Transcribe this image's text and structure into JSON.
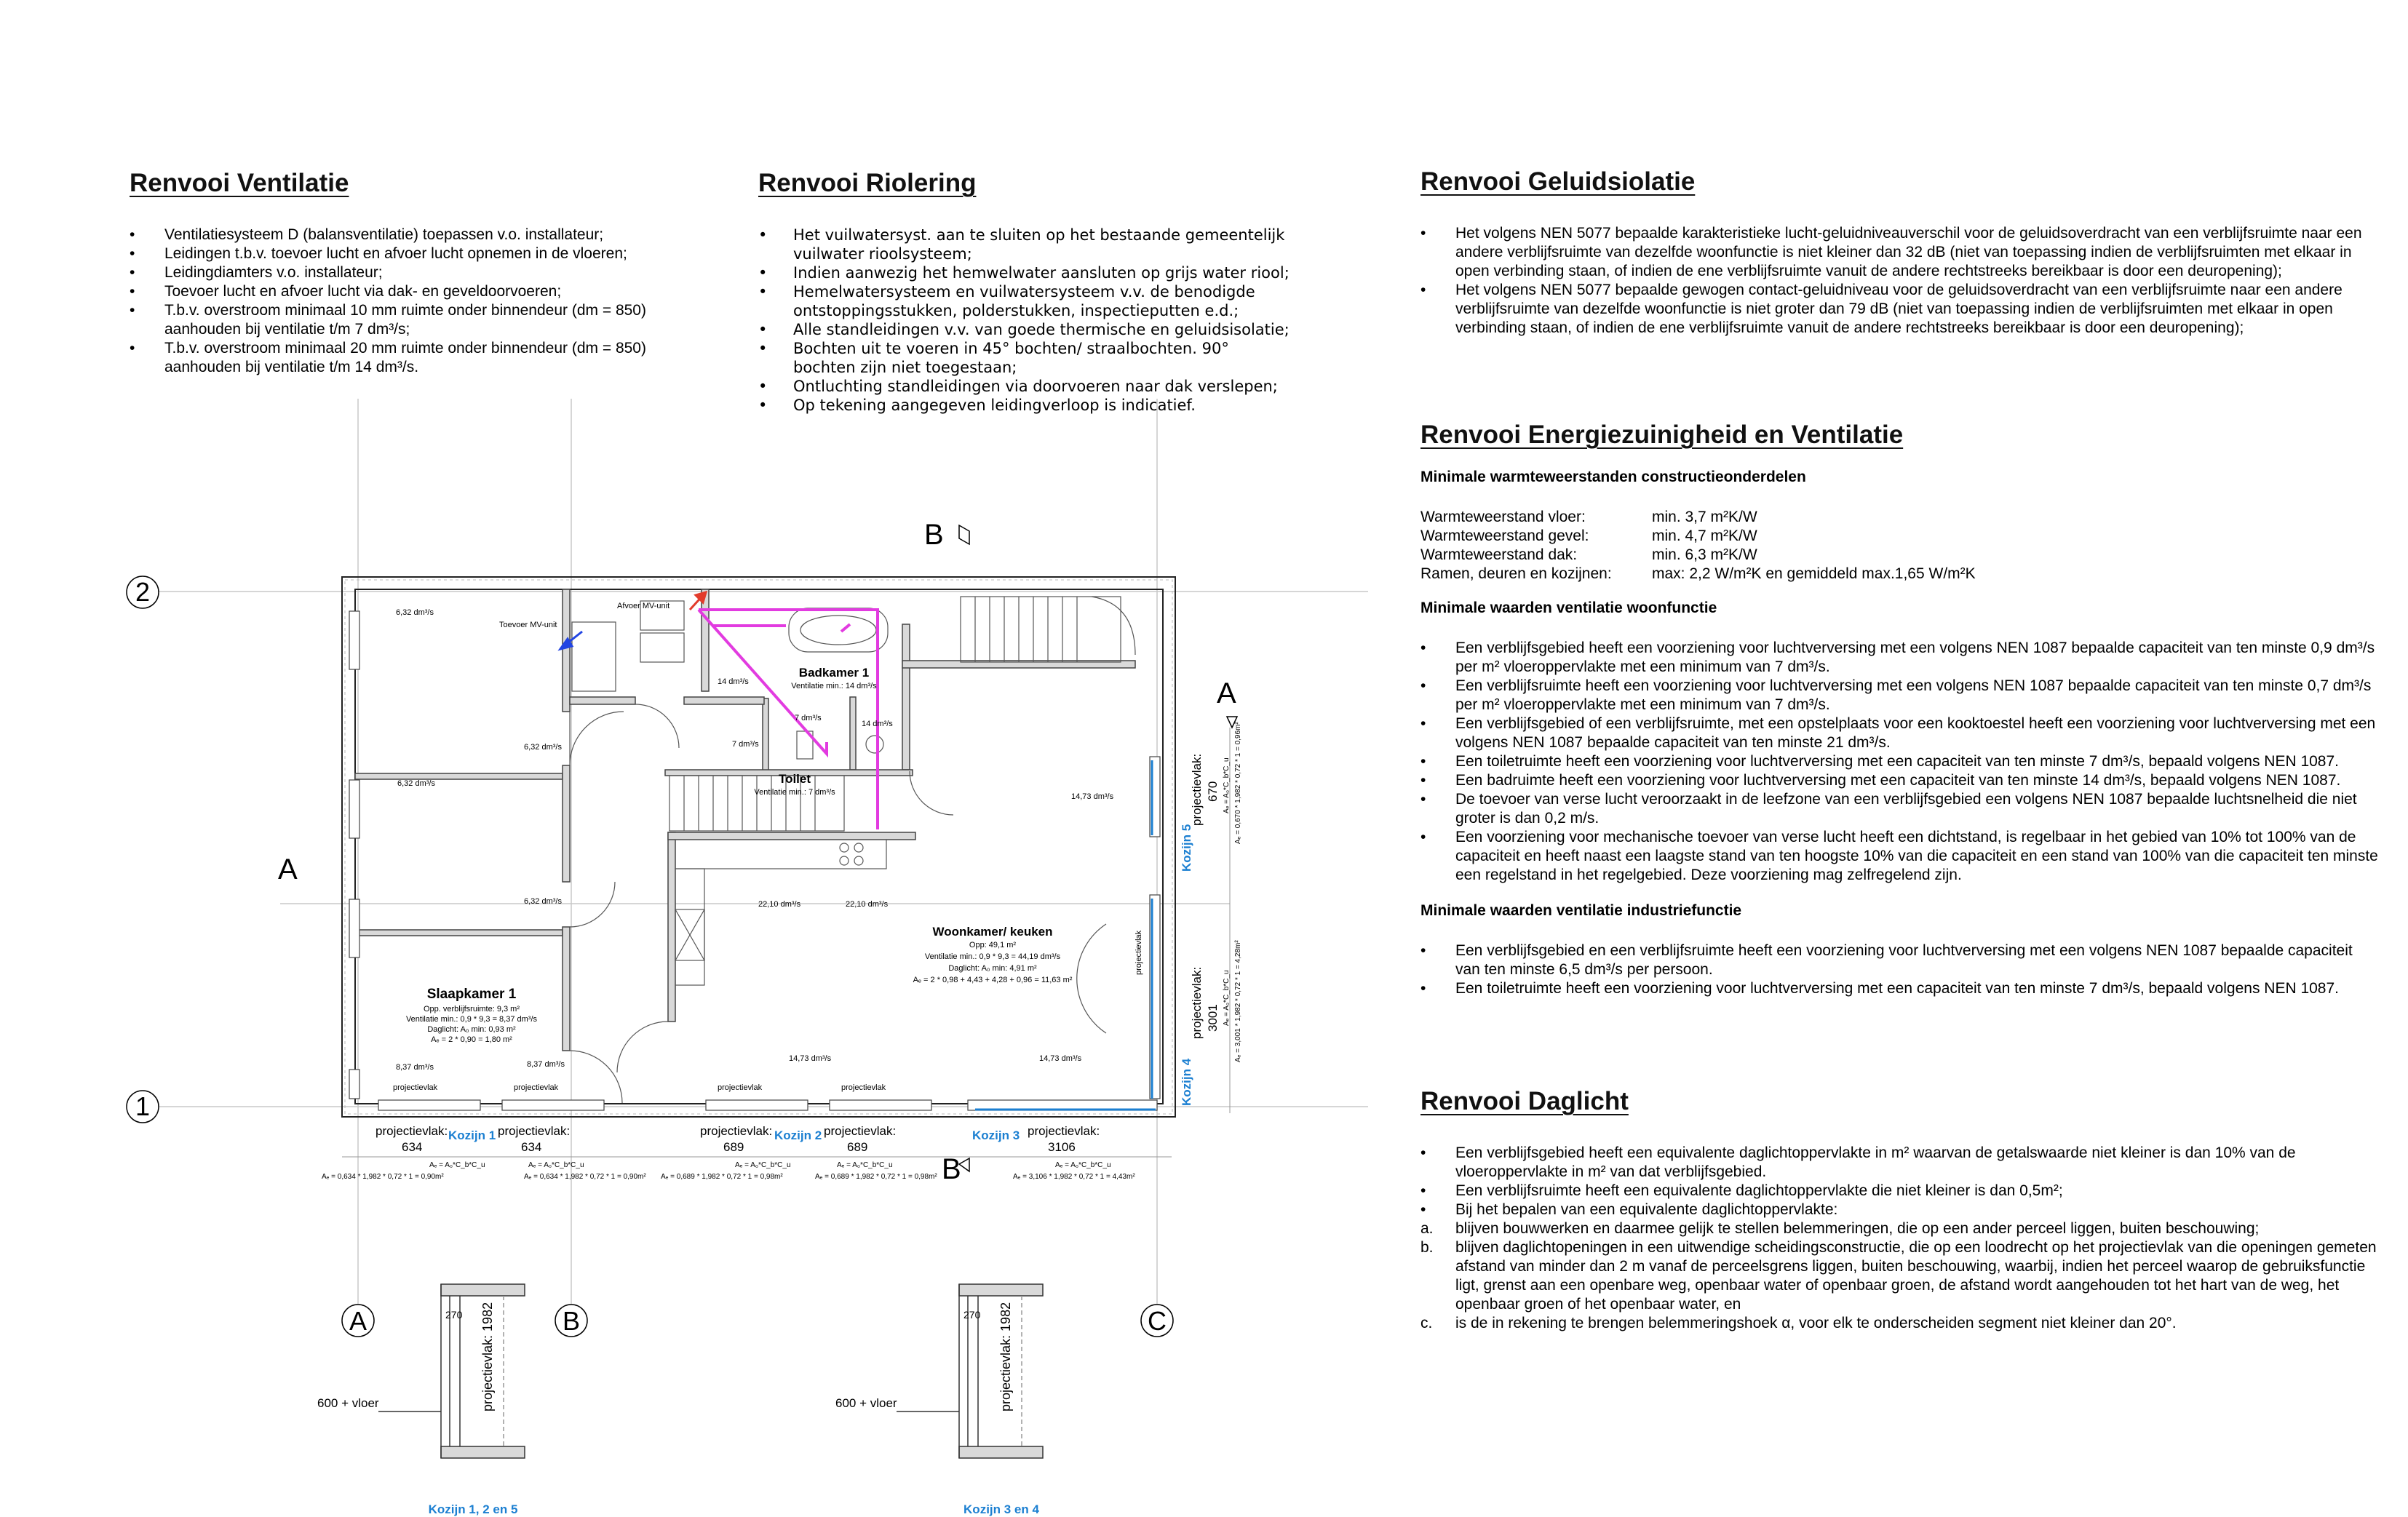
{
  "ventilatie": {
    "title": "Renvooi Ventilatie",
    "items": [
      "Ventilatiesysteem D (balansventilatie) toepassen v.o. installateur;",
      "Leidingen t.b.v. toevoer lucht en afvoer lucht opnemen in de vloeren;",
      "Leidingdiamters v.o. installateur;",
      "Toevoer lucht en afvoer lucht via dak- en geveldoorvoeren;",
      "T.b.v. overstroom minimaal 10 mm ruimte onder binnendeur (dm = 850) aanhouden bij ventilatie t/m 7 dm³/s;",
      "T.b.v. overstroom minimaal 20 mm ruimte onder binnendeur (dm = 850) aanhouden bij ventilatie t/m 14 dm³/s."
    ]
  },
  "riolering": {
    "title": "Renvooi Riolering",
    "items": [
      "Het vuilwatersyst. aan te sluiten op het bestaande gemeentelijk vuilwater rioolsysteem;",
      "Indien aanwezig het hemwelwater aansluten op grijs water riool;",
      "Hemelwatersysteem en vuilwatersysteem v.v. de benodigde ontstoppingsstukken, polderstukken, inspectieputten e.d.;",
      "Alle standleidingen v.v. van goede thermische en geluidsisolatie;",
      "Bochten uit te voeren in 45° bochten/ straalbochten. 90° bochten zijn niet toegestaan;",
      "Ontluchting standleidingen via doorvoeren naar dak verslepen;",
      "Op tekening aangegeven leidingverloop is indicatief."
    ]
  },
  "geluid": {
    "title": "Renvooi Geluidsiolatie",
    "items": [
      "Het volgens NEN 5077 bepaalde karakteristieke lucht-geluidniveauverschil voor de geluidsoverdracht van een verblijfsruimte naar een andere verblijfsruimte van dezelfde woonfunctie is niet kleiner dan 32 dB (niet van toepassing indien de verblijfsruimten met elkaar in open verbinding staan, of indien de ene verblijfsruimte vanuit de andere rechtstreeks bereikbaar is door een deuropening);",
      "Het volgens NEN 5077 bepaalde gewogen contact-geluidniveau voor de geluidsoverdracht van een verblijfsruimte naar een andere verblijfsruimte van dezelfde woonfunctie is niet groter dan 79 dB (niet van toepassing indien de verblijfsruimten met elkaar in open verbinding staan, of indien de ene verblijfsruimte vanuit de andere rechtstreeks bereikbaar is door een deuropening);"
    ]
  },
  "energie": {
    "title": "Renvooi Energiezuinigheid en Ventilatie",
    "sub1": "Minimale warmteweerstanden constructieonderdelen",
    "rows": [
      {
        "k": "Warmteweerstand vloer:",
        "v": "min. 3,7 m²K/W"
      },
      {
        "k": "Warmteweerstand gevel:",
        "v": "min. 4,7 m²K/W"
      },
      {
        "k": "Warmteweerstand dak:",
        "v": "min. 6,3 m²K/W"
      },
      {
        "k": "Ramen, deuren en kozijnen:",
        "v": "max: 2,2 W/m²K en gemiddeld max.1,65 W/m²K"
      }
    ],
    "sub2": "Minimale waarden ventilatie woonfunctie",
    "items2": [
      "Een verblijfsgebied heeft een voorziening voor luchtverversing met een volgens NEN 1087 bepaalde capaciteit van ten minste 0,9 dm³/s per m² vloeroppervlakte met een minimum van 7 dm³/s.",
      "Een verblijfsruimte heeft een voorziening voor luchtverversing met een volgens NEN 1087 bepaalde capaciteit van ten minste 0,7 dm³/s per m² vloeroppervlakte met een minimum van 7 dm³/s.",
      "Een verblijfsgebied of een verblijfsruimte, met een opstelplaats voor een kooktoestel heeft een voorziening voor luchtverversing met een volgens NEN 1087 bepaalde capaciteit van ten minste 21 dm³/s.",
      "Een toiletruimte heeft een voorziening voor luchtverversing met een capaciteit van ten minste 7 dm³/s, bepaald volgens NEN 1087.",
      "Een badruimte heeft een voorziening voor luchtverversing met een capaciteit van ten minste 14 dm³/s, bepaald volgens NEN 1087.",
      "De toevoer van verse lucht veroorzaakt in de leefzone van een verblijfsgebied een volgens NEN 1087 bepaalde luchtsnelheid die niet groter is dan 0,2 m/s.",
      "Een voorziening voor mechanische toevoer van verse lucht heeft een dichtstand, is regelbaar in het gebied van 10% tot 100% van de capaciteit en heeft naast een laagste stand van ten hoogste 10% van die capaciteit en een stand van 100% van die capaciteit ten minste een regelstand in het regelgebied. Deze voorziening mag zelfregelend zijn."
    ],
    "sub3": "Minimale waarden ventilatie industriefunctie",
    "items3": [
      "Een verblijfsgebied en een verblijfsruimte heeft een voorziening voor luchtverversing met een volgens NEN 1087 bepaalde capaciteit van ten minste 6,5 dm³/s per persoon.",
      "Een toiletruimte heeft een voorziening voor luchtverversing met een capaciteit van ten minste 7 dm³/s, bepaald volgens NEN 1087."
    ]
  },
  "daglicht": {
    "title": "Renvooi Daglicht",
    "items": [
      {
        "m": "",
        "t": "Een verblijfsgebied heeft een equivalente daglichtoppervlakte in m² waarvan de getalswaarde niet kleiner is dan 10% van de vloeroppervlakte in m² van dat verblijfsgebied."
      },
      {
        "m": "",
        "t": "Een verblijfsruimte heeft een equivalente daglichtoppervlakte die niet kleiner is dan 0,5m²;"
      },
      {
        "m": "",
        "t": "Bij het bepalen van een equivalente daglichtoppervlakte:"
      },
      {
        "m": "a.",
        "t": "blijven bouwwerken en daarmee gelijk te stellen belemmeringen, die op een ander perceel liggen, buiten beschouwing;"
      },
      {
        "m": "b.",
        "t": "blijven daglichtopeningen in een uitwendige scheidingsconstructie, die op een loodrecht op het projectievlak van die openingen gemeten afstand van minder dan 2 m vanaf de perceelsgrens liggen, buiten beschouwing, waarbij, indien het perceel waarop de gebruiksfunctie ligt, grenst aan een openbare weg, openbaar water of openbaar groen, de afstand wordt aangehouden tot het hart van de weg, het openbaar groen of het openbaar water, en"
      },
      {
        "m": "c.",
        "t": "is de in rekening te brengen belemmeringshoek α, voor elk te onderscheiden segment niet kleiner dan 20°."
      }
    ]
  },
  "plan": {
    "grid": {
      "a": "A",
      "b": "B",
      "c": "C",
      "one": "1",
      "two": "2"
    },
    "rooms": {
      "slaap": {
        "name": "Slaapkamer 1",
        "l1": "Opp. verblijfsruimte: 9,3 m²",
        "l2": "Ventilatie min.: 0,9 * 9,3 = 8,37 dm³/s",
        "l3": "Daglicht: A₀ min: 0,93 m²",
        "l4": "Aₑ = 2 * 0,90 = 1,80 m²"
      },
      "bad": {
        "name": "Badkamer 1",
        "l1": "Ventilatie min.: 14 dm³/s"
      },
      "toilet": {
        "name": "Toilet",
        "l1": "Ventilatie min.: 7 dm³/s"
      },
      "woon": {
        "name": "Woonkamer/ keuken",
        "l1": "Opp: 49,1 m²",
        "l2": "Ventilatie min.: 0,9 * 9,3 = 44,19 dm³/s",
        "l3": "Daglicht: A₀ min: 4,91 m²",
        "l4": "Aₑ = 2 * 0,98 + 4,43 + 4,28 + 0,96 = 11,63 m²"
      }
    },
    "flows": {
      "f1": "6,32 dm³/s",
      "f2": "6,32 dm³/s",
      "f3": "6,32 dm³/s",
      "f4": "6,32 dm³/s",
      "f5": "8,37 dm³/s",
      "f6": "8,37 dm³/s",
      "f7": "14 dm³/s",
      "f8": "7 dm³/s",
      "f9": "7 dm³/s",
      "f10": "14 dm³/s",
      "f11": "14,73 dm³/s",
      "f12": "22,10 dm³/s",
      "f13": "22,10 dm³/s",
      "f14": "14,73 dm³/s",
      "f15": "14,73 dm³/s"
    },
    "mv": {
      "toevoer": "Toevoer MV-unit",
      "afvoer": "Afvoer MV-unit"
    },
    "kozijnen": {
      "k1": "Kozijn 1",
      "k2": "Kozijn 2",
      "k3": "Kozijn 3",
      "k4": "Kozijn 4",
      "k5": "Kozijn 5"
    },
    "pv": {
      "label": "projectievlak",
      "label2": "projectievlak:",
      "v634": "634",
      "v689": "689",
      "v3106": "3106",
      "v670": "670",
      "v3001": "3001",
      "formula": "Aₑ = A₀*C_b*C_u",
      "f634": "Aₑ = 0,634 * 1,982 * 0,72 * 1 = 0,90m²",
      "f689": "Aₑ = 0,689 * 1,982 * 0,72 * 1 = 0,98m²",
      "f3106": "Aₑ = 3,106 * 1,982 * 0,72 * 1 = 4,43m²",
      "f670": "Aₑ = 0,670 * 1,982 * 0,72 * 1 = 0,96m²",
      "f3001": "Aₑ = 3,001 * 1,982 * 0,72 * 1 = 4,28m²"
    },
    "details": {
      "pv1982": "projectievlak: 1982",
      "vloer": "600 + vloer",
      "d1": "Kozijn 1, 2 en 5",
      "d2": "Kozijn 3 en 4",
      "dim": "270"
    }
  }
}
